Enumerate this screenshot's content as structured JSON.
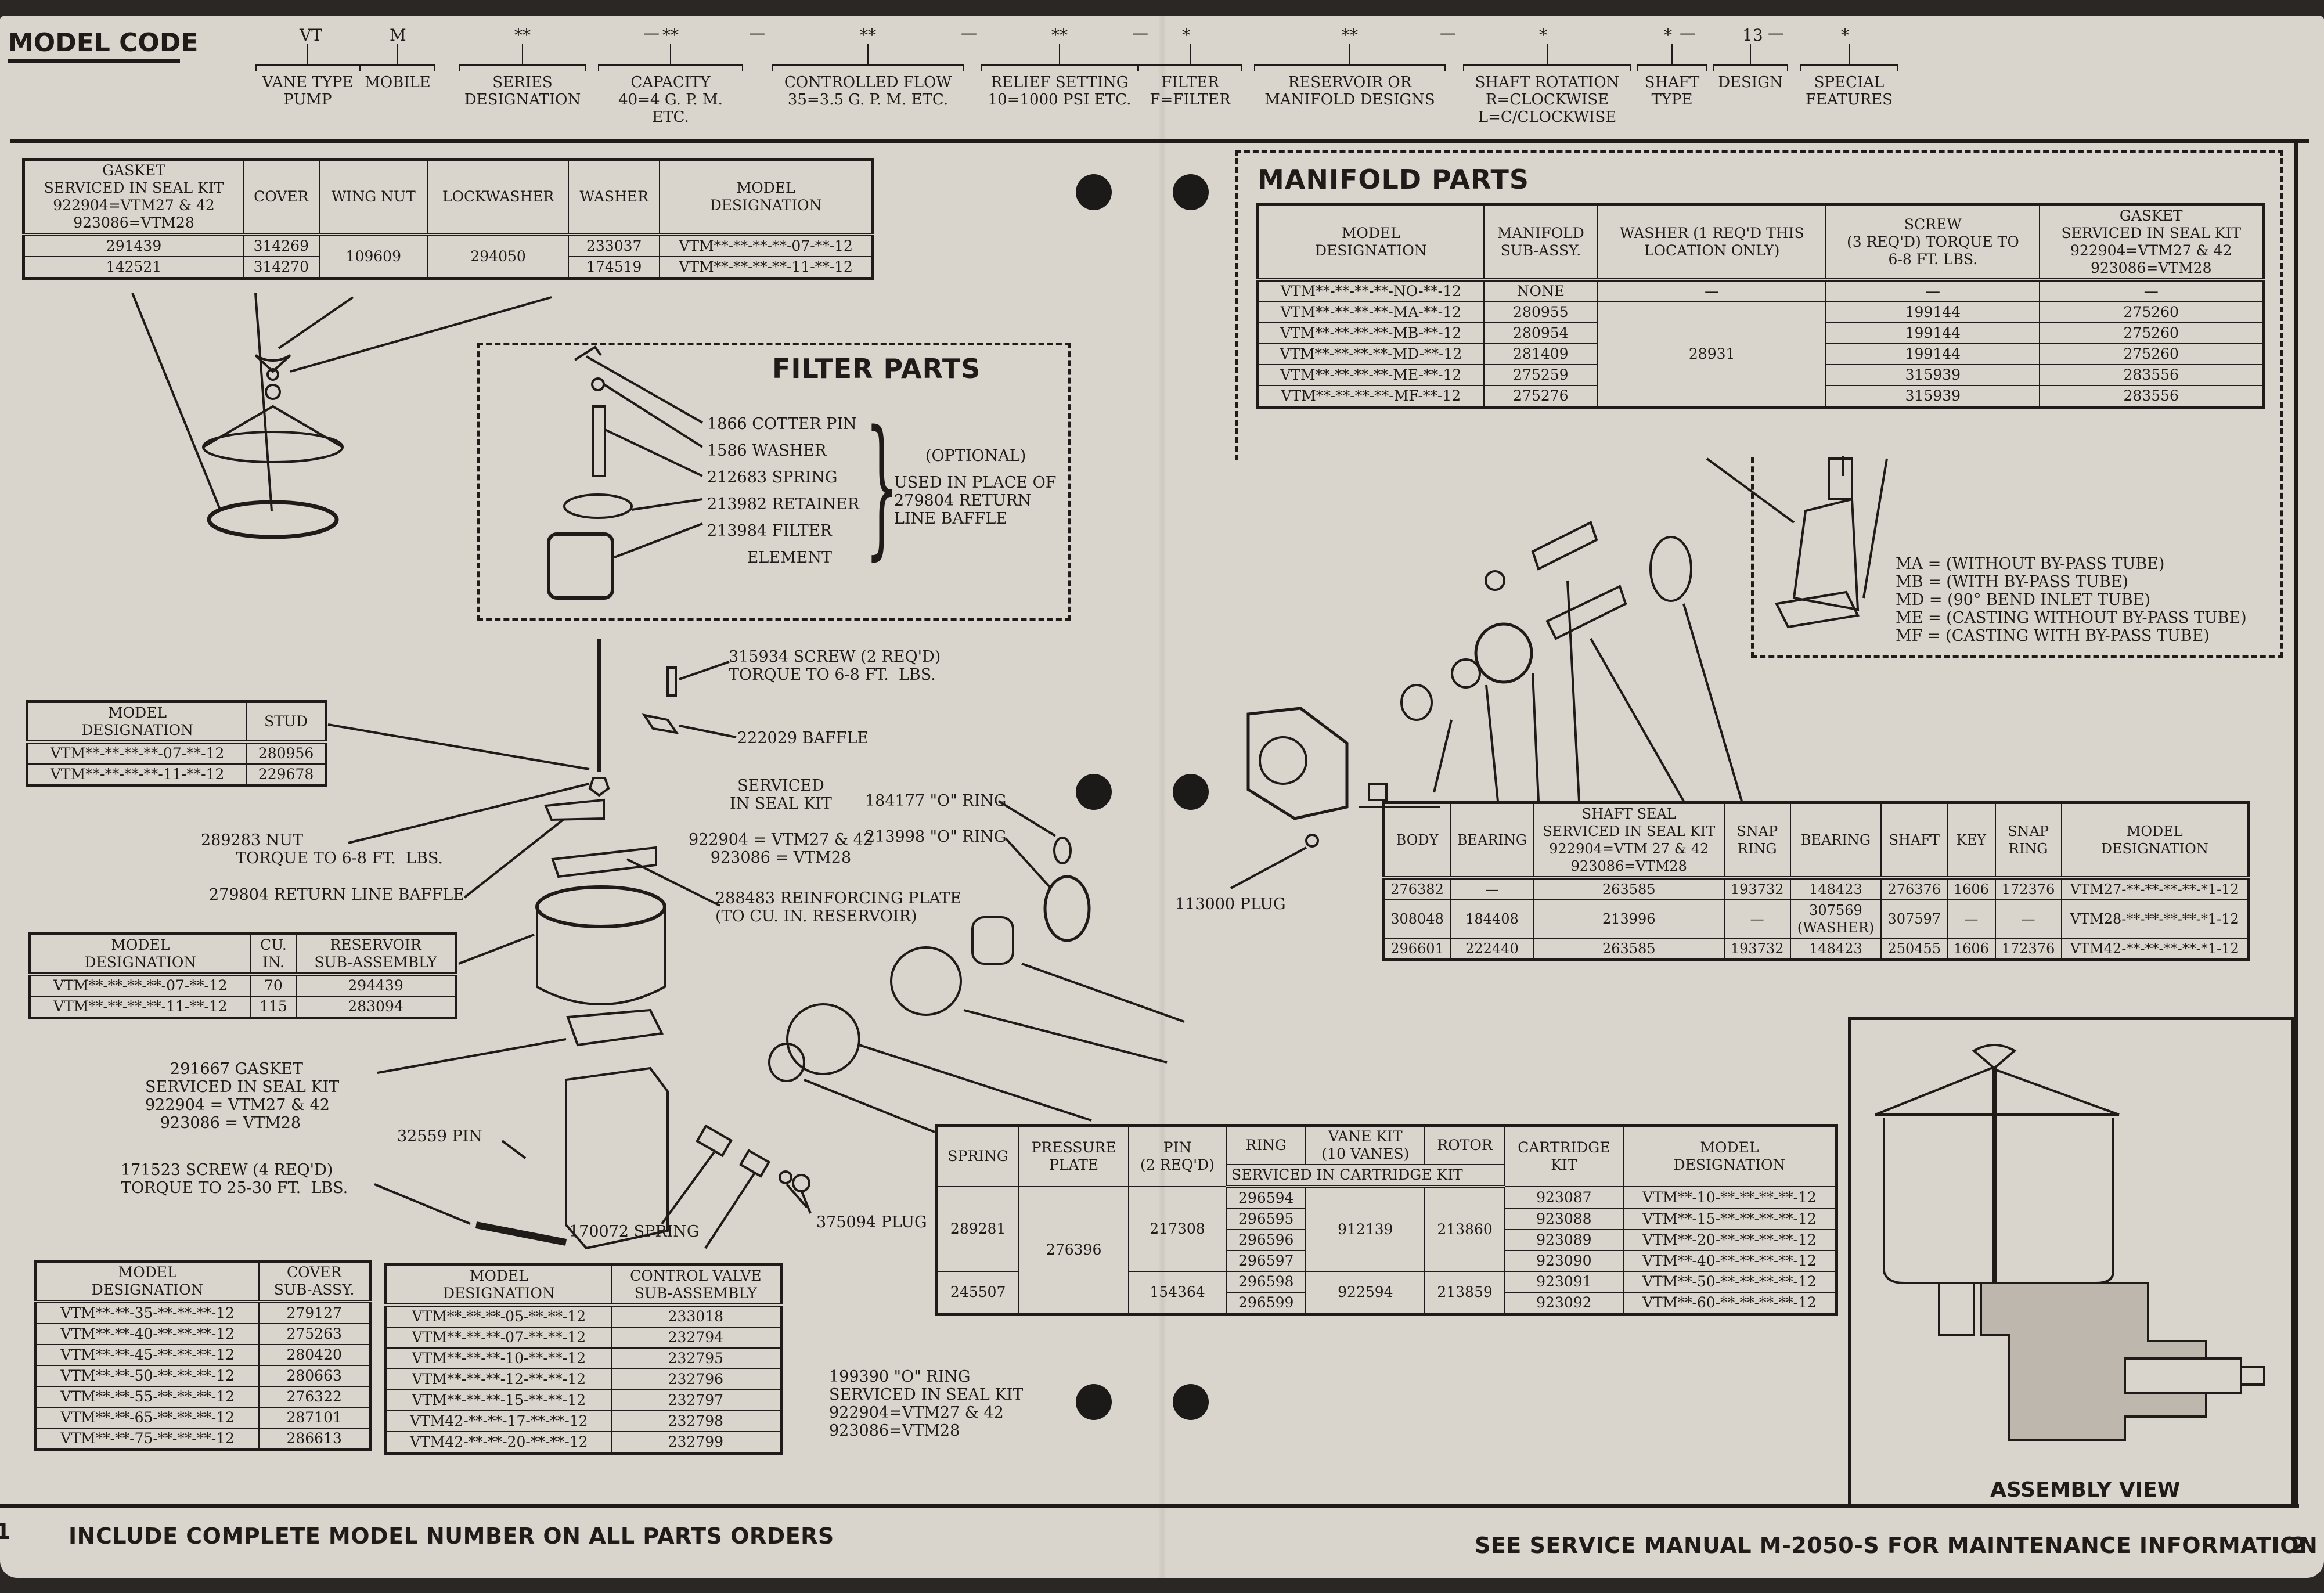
{
  "model_code": {
    "title": "MODEL CODE",
    "fields": [
      {
        "symbol": "VT",
        "label": "VANE TYPE\nPUMP"
      },
      {
        "symbol": "M",
        "label": "MOBILE"
      },
      {
        "symbol": "**",
        "label": "SERIES\nDESIGNATION"
      },
      {
        "symbol": "**",
        "label": "CAPACITY\n40=4 G. P. M.  ETC."
      },
      {
        "symbol": "**",
        "label": "CONTROLLED FLOW\n35=3.5 G. P. M.  ETC."
      },
      {
        "symbol": "**",
        "label": "RELIEF SETTING\n10=1000 PSI ETC."
      },
      {
        "symbol": "*",
        "label": "FILTER\nF=FILTER"
      },
      {
        "symbol": "**",
        "label": "RESERVOIR OR\nMANIFOLD DESIGNS"
      },
      {
        "symbol": "*",
        "label": "SHAFT ROTATION\nR=CLOCKWISE\nL=C/CLOCKWISE"
      },
      {
        "symbol": "*",
        "label": "SHAFT\nTYPE"
      },
      {
        "symbol": "13",
        "label": "DESIGN"
      },
      {
        "symbol": "*",
        "label": "SPECIAL\nFEATURES"
      }
    ],
    "separator": "—"
  },
  "cover_table": {
    "headers": [
      "GASKET\nSERVICED IN SEAL KIT\n922904=VTM27 & 42\n923086=VTM28",
      "COVER",
      "WING NUT",
      "LOCKWASHER",
      "WASHER",
      "MODEL\nDESIGNATION"
    ],
    "rows": [
      [
        "291439",
        "314269",
        "109609",
        "294050",
        "233037",
        "VTM**-**-**-**-07-**-12"
      ],
      [
        "142521",
        "314270",
        "",
        "",
        "174519",
        "VTM**-**-**-**-11-**-12"
      ]
    ]
  },
  "filter_parts": {
    "title": "FILTER PARTS",
    "items": [
      "1866 COTTER PIN",
      "1586 WASHER",
      "212683 SPRING",
      "213982 RETAINER",
      "213984 FILTER\n        ELEMENT"
    ],
    "optional": "(OPTIONAL)",
    "note": "USED IN PLACE OF\n279804 RETURN\nLINE BAFFLE"
  },
  "manifold_parts": {
    "title": "MANIFOLD PARTS",
    "headers": [
      "MODEL\nDESIGNATION",
      "MANIFOLD\nSUB-ASSY.",
      "WASHER (1 REQ'D THIS\nLOCATION ONLY)",
      "SCREW\n(3 REQ'D) TORQUE TO\n6-8 FT.  LBS.",
      "GASKET\nSERVICED IN SEAL KIT\n922904=VTM27 & 42\n923086=VTM28"
    ],
    "rows": [
      [
        "VTM**-**-**-**-NO-**-12",
        "NONE",
        "—",
        "—",
        "—"
      ],
      [
        "VTM**-**-**-**-MA-**-12",
        "280955",
        "28931",
        "199144",
        "275260"
      ],
      [
        "VTM**-**-**-**-MB-**-12",
        "280954",
        "",
        "199144",
        "275260"
      ],
      [
        "VTM**-**-**-**-MD-**-12",
        "281409",
        "",
        "199144",
        "275260"
      ],
      [
        "VTM**-**-**-**-ME-**-12",
        "275259",
        "",
        "315939",
        "283556"
      ],
      [
        "VTM**-**-**-**-MF-**-12",
        "275276",
        "",
        "315939",
        "283556"
      ]
    ],
    "legend": [
      "MA = (WITHOUT BY-PASS TUBE)",
      "MB = (WITH BY-PASS TUBE)",
      "MD = (90° BEND INLET TUBE)",
      "ME = (CASTING WITHOUT BY-PASS TUBE)",
      "MF = (CASTING WITH BY-PASS TUBE)"
    ]
  },
  "stud_table": {
    "headers": [
      "MODEL\nDESIGNATION",
      "STUD"
    ],
    "rows": [
      [
        "VTM**-**-**-**-07-**-12",
        "280956"
      ],
      [
        "VTM**-**-**-**-11-**-12",
        "229678"
      ]
    ]
  },
  "reservoir_table": {
    "headers": [
      "MODEL\nDESIGNATION",
      "CU.\nIN.",
      "RESERVOIR\nSUB-ASSEMBLY"
    ],
    "rows": [
      [
        "VTM**-**-**-**-07-**-12",
        "70",
        "294439"
      ],
      [
        "VTM**-**-**-**-11-**-12",
        "115",
        "283094"
      ]
    ]
  },
  "callouts": {
    "screw_315934": "315934 SCREW (2 REQ'D)\nTORQUE TO 6-8 FT.  LBS.",
    "baffle_222029": "222029 BAFFLE",
    "seal_kit": "SERVICED\nIN SEAL KIT\n\n922904 = VTM27 & 42\n923086 = VTM28",
    "oring_184177": "184177 \"O\" RING",
    "oring_213998": "213998 \"O\" RING",
    "nut_289283": "289283 NUT\n       TORQUE TO 6-8 FT.  LBS.",
    "return_baffle": "279804 RETURN LINE BAFFLE",
    "reinforcing_plate": "288483 REINFORCING PLATE\n(TO CU. IN. RESERVOIR)",
    "plug_113000": "113000 PLUG",
    "gasket_291667": "     291667 GASKET\nSERVICED IN SEAL KIT\n922904 = VTM27 & 42\n   923086 = VTM28",
    "pin_32559": "32559 PIN",
    "screw_171523": "171523 SCREW (4 REQ'D)\nTORQUE TO 25-30 FT.  LBS.",
    "spring_170072": "170072 SPRING",
    "plug_375094": "375094 PLUG",
    "oring_199390": "199390 \"O\" RING\nSERVICED IN SEAL KIT\n922904=VTM27 & 42\n923086=VTM28"
  },
  "body_table": {
    "headers": [
      "BODY",
      "BEARING",
      "SHAFT SEAL\nSERVICED IN SEAL KIT\n922904=VTM 27 & 42\n923086=VTM28",
      "SNAP\nRING",
      "BEARING",
      "SHAFT",
      "KEY",
      "SNAP\nRING",
      "MODEL\nDESIGNATION"
    ],
    "rows": [
      [
        "276382",
        "—",
        "263585",
        "193732",
        "148423",
        "276376",
        "1606",
        "172376",
        "VTM27-**-**-**-**-*1-12"
      ],
      [
        "308048",
        "184408",
        "213996",
        "—",
        "307569\n(WASHER)",
        "307597",
        "—",
        "—",
        "VTM28-**-**-**-**-*1-12"
      ],
      [
        "296601",
        "222440",
        "263585",
        "193732",
        "148423",
        "250455",
        "1606",
        "172376",
        "VTM42-**-**-**-**-*1-12"
      ]
    ]
  },
  "cartridge_table": {
    "headers": [
      "SPRING",
      "PRESSURE\nPLATE",
      "PIN\n(2 REQ'D)",
      "RING",
      "VANE KIT\n(10 VANES)",
      "ROTOR",
      "CARTRIDGE\nKIT",
      "MODEL\nDESIGNATION"
    ],
    "serviced_note": "SERVICED IN CARTRIDGE KIT",
    "spring": [
      "289281",
      "245507"
    ],
    "pressure_plate": "276396",
    "pin": [
      "217308",
      "154364"
    ],
    "ring": [
      "296594",
      "296595",
      "296596",
      "296597",
      "296598",
      "296599"
    ],
    "vane_kit": [
      "912139",
      "922594"
    ],
    "rotor": [
      "213860",
      "213859"
    ],
    "cartridge_kit": [
      "923087",
      "923088",
      "923089",
      "923090",
      "923091",
      "923092"
    ],
    "model": [
      "VTM**-10-**-**-**-**-12",
      "VTM**-15-**-**-**-**-12",
      "VTM**-20-**-**-**-**-12",
      "VTM**-40-**-**-**-**-12",
      "VTM**-50-**-**-**-**-12",
      "VTM**-60-**-**-**-**-12"
    ]
  },
  "cover_subassy_table": {
    "headers": [
      "MODEL\nDESIGNATION",
      "COVER\nSUB-ASSY."
    ],
    "rows": [
      [
        "VTM**-**-35-**-**-**-12",
        "279127"
      ],
      [
        "VTM**-**-40-**-**-**-12",
        "275263"
      ],
      [
        "VTM**-**-45-**-**-**-12",
        "280420"
      ],
      [
        "VTM**-**-50-**-**-**-12",
        "280663"
      ],
      [
        "VTM**-**-55-**-**-**-12",
        "276322"
      ],
      [
        "VTM**-**-65-**-**-**-12",
        "287101"
      ],
      [
        "VTM**-**-75-**-**-**-12",
        "286613"
      ]
    ]
  },
  "control_valve_table": {
    "headers": [
      "MODEL\nDESIGNATION",
      "CONTROL VALVE\nSUB-ASSEMBLY"
    ],
    "rows": [
      [
        "VTM**-**-**-05-**-**-12",
        "233018"
      ],
      [
        "VTM**-**-**-07-**-**-12",
        "232794"
      ],
      [
        "VTM**-**-**-10-**-**-12",
        "232795"
      ],
      [
        "VTM**-**-**-12-**-**-12",
        "232796"
      ],
      [
        "VTM**-**-**-15-**-**-12",
        "232797"
      ],
      [
        "VTM42-**-**-17-**-**-12",
        "232798"
      ],
      [
        "VTM42-**-**-20-**-**-12",
        "232799"
      ]
    ]
  },
  "assembly_view": {
    "label": "ASSEMBLY VIEW"
  },
  "footer": {
    "left_page_mark": "1",
    "left": "INCLUDE COMPLETE MODEL NUMBER ON ALL PARTS ORDERS",
    "right": "SEE SERVICE MANUAL M-2050-S FOR MAINTENANCE INFORMATION",
    "page_number": "2"
  }
}
